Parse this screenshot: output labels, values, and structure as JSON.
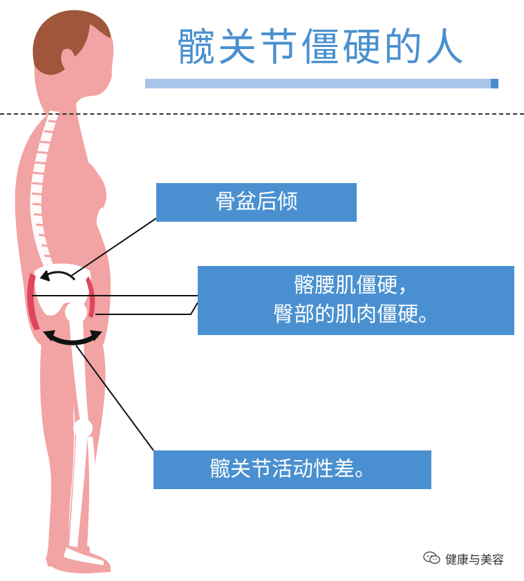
{
  "title": "髋关节僵硬的人",
  "labels": {
    "pelvis": "骨盆后倾",
    "muscle_line1": "髂腰肌僵硬，",
    "muscle_line2": "臀部的肌肉僵硬。",
    "hip": "髋关节活动性差。"
  },
  "watermark": {
    "icon": "wechat-icon",
    "text": "健康与美容"
  },
  "colors": {
    "accent": "#4a90d0",
    "title_bar": "#a9c6ea",
    "body": "#f2a3a3",
    "bone": "#ffffff",
    "hair": "#a0563a",
    "highlight": "#e0455e"
  }
}
